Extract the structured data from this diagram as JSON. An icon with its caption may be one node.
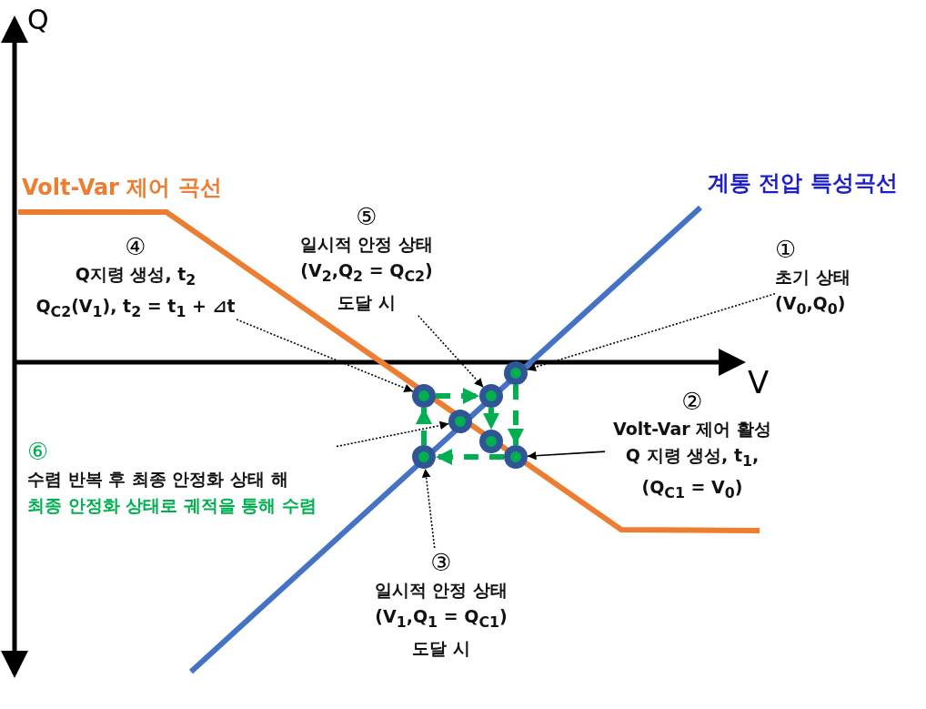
{
  "diagram": {
    "nodes": [
      {
        "text": [
          "④",
          "Q지령 생성, t$_{2}$ Q$_{C2}$(V$_{1}$), t$_{2}$ = t$_{1}$ + ⊿t"
        ]
      },
      {
        "text": [
          "⑤",
          "일시적 안정 상태 (V$_{2}$,Q$_{2}$ = Q$_{C2}$) 도달 시"
        ]
      },
      {
        "text": [
          "①",
          "초기 상태 (V$_{0}$,Q$_{0}$)"
        ]
      },
      {
        "text": [],
        "shape": "circle"
      },
      {
        "text": [],
        "shape": "circle"
      },
      {
        "text": [],
        "shape": "circle"
      },
      {
        "text": [],
        "shape": "circle"
      },
      {
        "text": [],
        "shape": "circle"
      },
      {
        "text": [],
        "shape": "circle"
      },
      {
        "text": [],
        "shape": "circle"
      },
      {
        "text": [
          "②",
          "Volt-Var 제어 활성 Q 지령 생성, t$_{1}$, (Q$_{C1}$ = V$_{0}$)"
        ]
      },
      {
        "text": [
          "⑥",
          "수렴 반복 후 최종 안정화 상태 해",
          "최종 안정화 상태로 궤적을 통해 수렴"
        ]
      },
      {
        "text": [
          "③",
          "일시적 안정 상태 (V$_{1}$,Q$_{1}$ = Q$_{C1}$) 도달 시"
        ]
      }
    ],
    "edges": [
      {
        "from": 0,
        "to": 4,
        "arrow": "to",
        "style": "dashed"
      },
      {
        "from": 1,
        "to": 5,
        "arrow": "to",
        "style": "dashed"
      },
      {
        "from": 2,
        "to": 3,
        "arrow": "to",
        "style": "dashed"
      },
      {
        "from": 10,
        "to": 9,
        "arrow": "to"
      },
      {
        "from": 11,
        "to": 6,
        "arrow": "to",
        "style": "dashed"
      },
      {
        "from": 12,
        "to": 8,
        "arrow": "to",
        "style": "dashed"
      },
      {
        "from": 3,
        "to": 9,
        "arrow": "to",
        "style": "dashed",
        "color": "#00b050"
      },
      {
        "from": 9,
        "to": 8,
        "arrow": "to",
        "style": "dashed",
        "color": "#00b050"
      },
      {
        "from": 8,
        "to": 4,
        "arrow": "to",
        "style": "dashed",
        "color": "#00b050"
      },
      {
        "from": 4,
        "to": 5,
        "arrow": "to",
        "style": "dashed",
        "color": "#00b050"
      },
      {
        "from": 5,
        "to": 7,
        "arrow": "to",
        "style": "dashed",
        "color": "#00b050"
      }
    ],
    "labels": [
      "Q",
      "Volt-Var 제어 곡선",
      "계통 전압 특성곡선",
      "V"
    ]
  }
}
